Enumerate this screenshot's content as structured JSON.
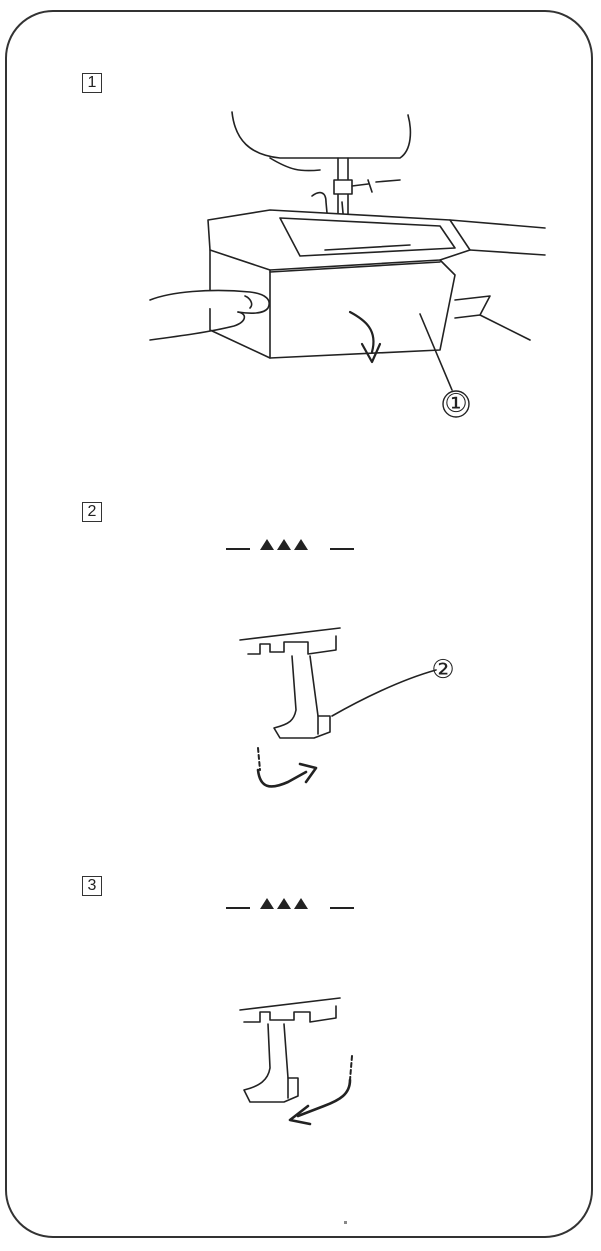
{
  "steps": [
    {
      "number": "1",
      "callout": "①"
    },
    {
      "number": "2",
      "callout": "②"
    },
    {
      "number": "3"
    }
  ]
}
